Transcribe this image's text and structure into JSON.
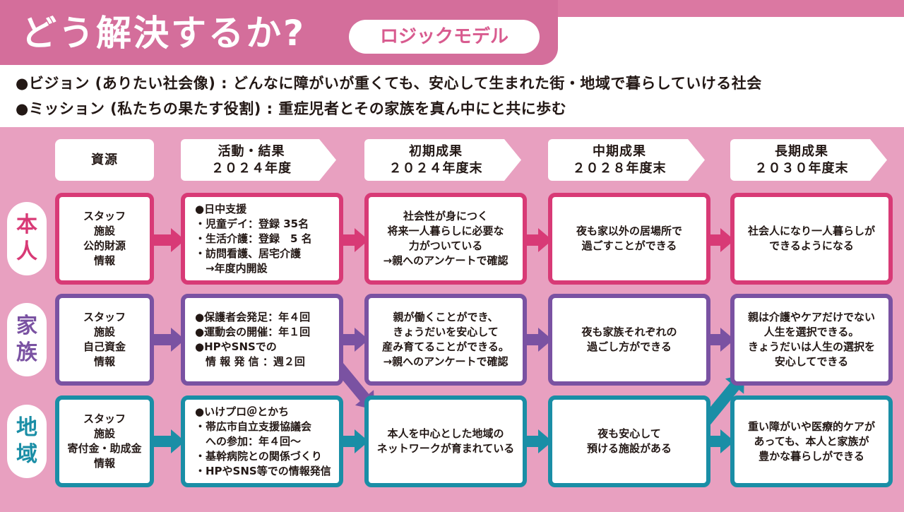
{
  "header": {
    "title": "どう解決するか?",
    "badge": "ロジックモデル"
  },
  "vision": "●ビジョン (ありたい社会像) : どんなに障がいが重くても、安心して生まれた街・地域で暮らしていける社会",
  "mission": "●ミッション (私たちの果たす役割) : 重症児者とその家族を真ん中にと共に歩む",
  "columns": [
    {
      "lines": [
        "資源"
      ]
    },
    {
      "lines": [
        "活動・結果",
        "２０２４年度"
      ]
    },
    {
      "lines": [
        "初期成果",
        "２０２４年度末"
      ]
    },
    {
      "lines": [
        "中期成果",
        "２０２８年度末"
      ]
    },
    {
      "lines": [
        "長期成果",
        "２０３０年度末"
      ]
    }
  ],
  "rows": [
    {
      "label": [
        "本",
        "人"
      ],
      "label_color": "#d83a76",
      "cells": [
        [
          "スタッフ",
          "施設",
          "公的財源",
          "情報"
        ],
        [
          "●日中支援",
          "・児童デイ：登録 35名",
          "・生活介護：登録　5 名",
          "・訪問看護、居宅介護",
          "　→年度内開設"
        ],
        [
          "社会性が身につく",
          "将来一人暮らしに必要な",
          "力がついている",
          "→親へのアンケートで確認"
        ],
        [
          "夜も家以外の居場所で",
          "過ごすことができる"
        ],
        [
          "社会人になり一人暮らしが",
          "できるようになる"
        ]
      ]
    },
    {
      "label": [
        "家",
        "族"
      ],
      "label_color": "#7a52a2",
      "cells": [
        [
          "スタッフ",
          "施設",
          "自己資金",
          "情報"
        ],
        [
          "●保護者会発足：年４回",
          "●運動会の開催：年１回",
          "●HPやSNSでの",
          "　情 報 発 信 ：週２回"
        ],
        [
          "親が働くことができ、",
          "きょうだいを安心して",
          "産み育てることができる。",
          "→親へのアンケートで確認"
        ],
        [
          "夜も家族それぞれの",
          "過ごし方ができる"
        ],
        [
          "親は介護やケアだけでない",
          "人生を選択できる。",
          "きょうだいは人生の選択を",
          "安心してできる"
        ]
      ]
    },
    {
      "label": [
        "地",
        "域"
      ],
      "label_color": "#1a8ea6",
      "cells": [
        [
          "スタッフ",
          "施設",
          "寄付金・助成金",
          "情報"
        ],
        [
          "●いけプロ＠とかち",
          "・帯広市自立支援協議会",
          "　への参加：年４回〜",
          "・基幹病院との関係づくり",
          "・HPやSNS等での情報発信"
        ],
        [
          "本人を中心とした地域の",
          "ネットワークが育まれている"
        ],
        [
          "夜も安心して",
          "預ける施設がある"
        ],
        [
          "重い障がいや医療的ケアが",
          "あっても、本人と家族が",
          "豊かな暮らしができる"
        ]
      ]
    }
  ],
  "colors": {
    "pink": "#d83a76",
    "purple": "#7a52a2",
    "teal": "#1a8ea6",
    "band": "#e8a0c0",
    "header": "#d46e9b"
  }
}
